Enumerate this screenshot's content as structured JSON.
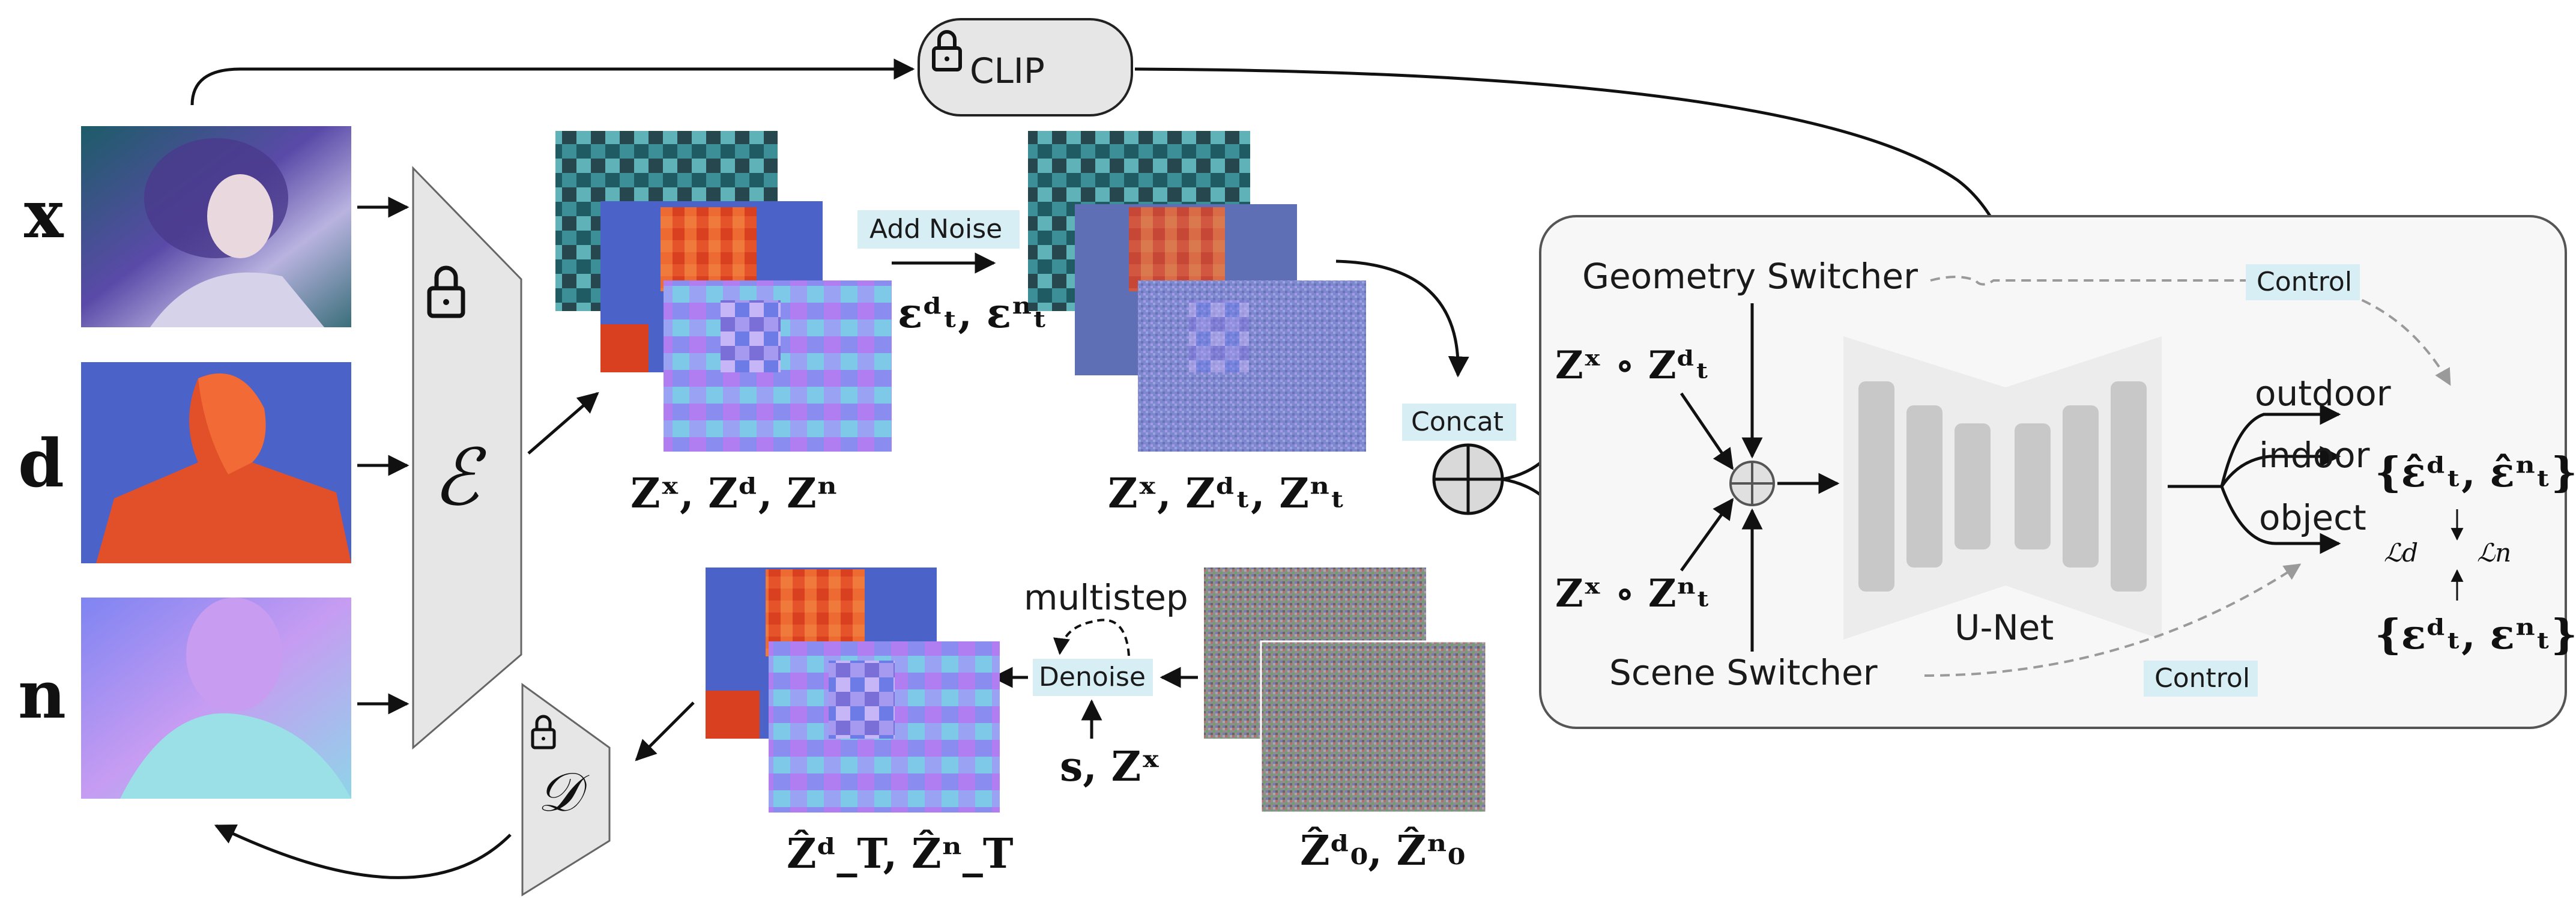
{
  "inputs": {
    "x_label": "x",
    "d_label": "d",
    "n_label": "n"
  },
  "encoder": {
    "symbol": "ℰ"
  },
  "decoder": {
    "symbol": "𝒟"
  },
  "clip": {
    "label": "CLIP"
  },
  "latents": {
    "encoded_label": "Zˣ, Zᵈ, Zⁿ",
    "noisy_label": "Zˣ, Zᵈₜ, Zⁿₜ",
    "denoised_label": "Ẑᵈ_T, Ẑⁿ_T",
    "initial_noise_label": "Ẑᵈ₀, Ẑⁿ₀"
  },
  "noise": {
    "badge": "Add Noise",
    "epsilon_label": "εᵈₜ, εⁿₜ"
  },
  "concat": {
    "badge": "Concat"
  },
  "denoise": {
    "badge": "Denoise",
    "multistep": "multistep",
    "condition_label": "s, Zˣ"
  },
  "panel": {
    "geometry_switcher": "Geometry Switcher",
    "scene_switcher": "Scene Switcher",
    "unet_label": "U-Net",
    "control_top": "Control",
    "control_bottom": "Control",
    "branch_d": "Zˣ ∘ Zᵈₜ",
    "branch_n": "Zˣ ∘ Zⁿₜ",
    "outputs": [
      "outdoor",
      "indoor",
      "object"
    ],
    "pred_label": "{ε̂ᵈₜ, ε̂ⁿₜ}",
    "loss_d": "ℒd",
    "loss_n": "ℒn",
    "gt_label": "{εᵈₜ, εⁿₜ}"
  },
  "colors": {
    "badge_bg": "#d6eef4",
    "panel_bg": "#f7f7f7",
    "panel_border": "#555555",
    "trapezoid_fill": "#e6e6e6",
    "unet_bg": "#ececec",
    "unet_bars": "#c8c8c8",
    "depth_orange": "#e2502a",
    "depth_bg": "#4b63c9",
    "normal_bg": "#8a8cf0"
  }
}
